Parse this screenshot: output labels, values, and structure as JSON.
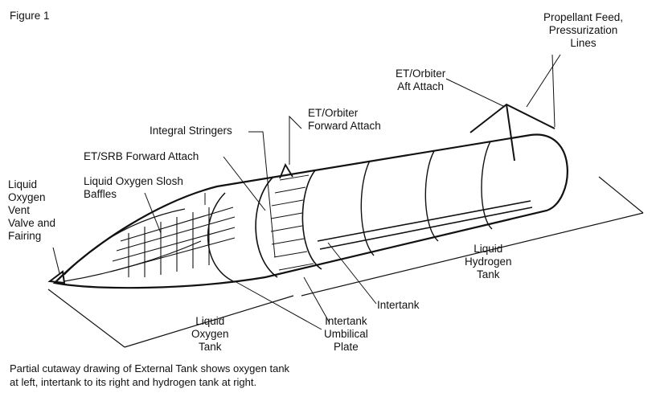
{
  "figure_label": "Figure 1",
  "labels": {
    "propellant_feed": "Propellant Feed,\nPressurization\nLines",
    "et_orbiter_aft": "ET/Orbiter\nAft Attach",
    "et_orbiter_forward": "ET/Orbiter\nForward Attach",
    "integral_stringers": "Integral Stringers",
    "et_srb_forward": "ET/SRB Forward Attach",
    "lox_slosh_baffles": "Liquid Oxygen Slosh\nBaffles",
    "lox_vent_valve": "Liquid\nOxygen\nVent\nValve and\nFairing",
    "liquid_hydrogen_tank": "Liquid\nHydrogen\nTank",
    "intertank": "Intertank",
    "intertank_umbilical": "Intertank\nUmbilical\nPlate",
    "liquid_oxygen_tank": "Liquid\nOxygen\nTank"
  },
  "caption": "Partial cutaway drawing of External Tank shows oxygen tank\nat left, intertank to its right and hydrogen tank at right."
}
